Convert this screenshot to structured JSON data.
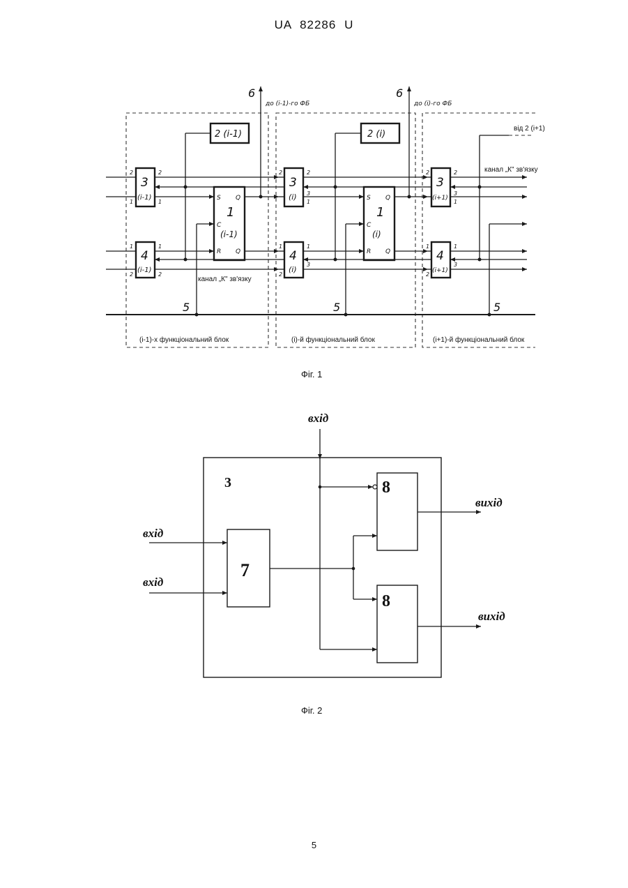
{
  "header": {
    "doc": "UA",
    "number": "82286",
    "kind": "U"
  },
  "page_number": "5",
  "fig1": {
    "caption": "Фіг. 1",
    "out_label": "6",
    "to_prev": "до (i-1)-го ФБ",
    "to_cur": "до (i)-го ФБ",
    "from_next": "від 2 (i+1)",
    "channel_k": "канал „К\" зв'язку",
    "bus_label": "5",
    "blocks": [
      {
        "name": "(i-1)-х функціональний блок",
        "b3": "(i-1)",
        "b4": "(i-1)",
        "b1": "(i-1)",
        "b2": "2 (i-1)"
      },
      {
        "name": "(i)-й функціональний блок",
        "b3": "(i)",
        "b4": "(i)",
        "b1": "(i)",
        "b2": "2 (i)"
      },
      {
        "name": "(i+1)-й функціональний блок",
        "b3": "(i+1)",
        "b4": "(i+1)"
      }
    ],
    "num3": "3",
    "num4": "4",
    "num1": "1",
    "pin_s": "S",
    "pin_c": "C",
    "pin_r": "R",
    "pin_q": "Q",
    "pin1": "1",
    "pin2": "2",
    "pin3": "3"
  },
  "fig2": {
    "caption": "Фіг. 2",
    "block_label": "3",
    "input_top": "вхід",
    "input_1": "вхід",
    "input_2": "вхід",
    "output_1": "вихід",
    "output_2": "вихід",
    "block7": "7",
    "block8a": "8",
    "block8b": "8"
  }
}
